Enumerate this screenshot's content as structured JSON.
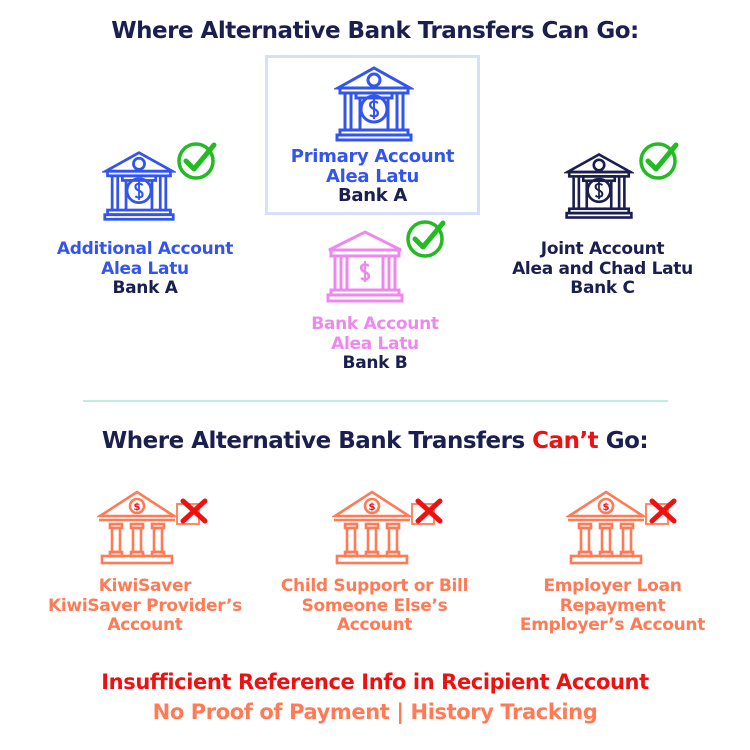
{
  "colors": {
    "navy": "#1b1f4f",
    "blue": "#3355ee",
    "pink": "#ee88ee",
    "orange": "#ff7a55",
    "red": "#ee1111",
    "green": "#22bb22",
    "divider": "#bdeee0",
    "primary_box_border": "#d8e0f8"
  },
  "can_go": {
    "title_prefix": "Where Alternative Bank Transfers",
    "title_emph": "Can",
    "title_suffix": "Go:",
    "accounts": [
      {
        "id": "primary",
        "line1": "Primary Account",
        "line2": "Alea Latu",
        "bank": "Bank A",
        "icon": "bank-dollar-icon",
        "color": "#3355ee",
        "check": false,
        "highlighted": true
      },
      {
        "id": "additional",
        "line1": "Additional Account",
        "line2": "Alea Latu",
        "bank": "Bank A",
        "icon": "bank-dollar-icon",
        "color": "#3355ee",
        "check": true
      },
      {
        "id": "bank-b",
        "line1": "Bank Account",
        "line2": "Alea Latu",
        "bank": "Bank B",
        "icon": "bank-dollar-icon",
        "color": "#ee88ee",
        "check": true
      },
      {
        "id": "joint",
        "line1": "Joint Account",
        "line2": "Alea and Chad Latu",
        "bank": "Bank C",
        "icon": "bank-dollar-icon",
        "color": "#1b1f4f",
        "check": true
      }
    ]
  },
  "cant_go": {
    "title_prefix": "Where Alternative Bank Transfers",
    "title_emph": "Can’t",
    "title_suffix": "Go:",
    "destinations": [
      {
        "id": "kiwisaver",
        "line1": "KiwiSaver",
        "line2": "KiwiSaver Provider’s",
        "line3": "Account",
        "icon": "bank-columns-icon",
        "mark": "x-mark"
      },
      {
        "id": "child-support",
        "line1": "Child Support or Bill",
        "line2": "Someone Else’s",
        "line3": "Account",
        "icon": "bank-columns-icon",
        "mark": "x-mark"
      },
      {
        "id": "employer-loan",
        "line1": "Employer Loan",
        "line2": "Repayment",
        "line3": "Employer’s Account",
        "icon": "bank-columns-icon",
        "mark": "x-mark"
      }
    ]
  },
  "footer": {
    "line1": "Insufficient Reference Info in Recipient Account",
    "line2": "No Proof of Payment | History Tracking"
  }
}
